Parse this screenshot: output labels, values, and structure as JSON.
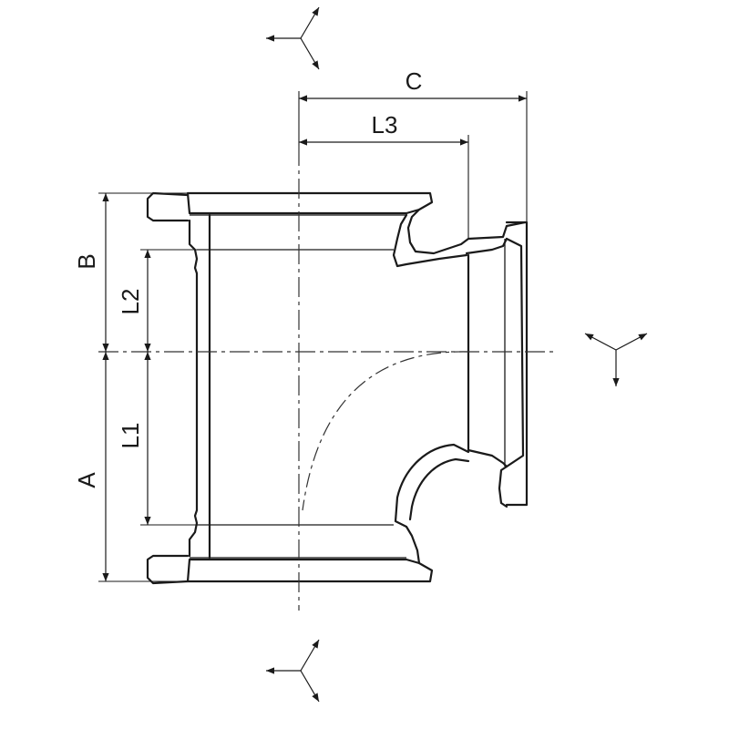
{
  "labels": {
    "c": "C",
    "l3": "L3",
    "b": "B",
    "l2": "L2",
    "l1": "L1",
    "a": "A"
  },
  "icons": {
    "flow_top": "three-arrow-flow-icon",
    "flow_right": "three-arrow-flow-icon",
    "flow_bottom": "three-arrow-flow-icon"
  },
  "colors": {
    "line": "#1a1a1a",
    "background": "#ffffff"
  }
}
